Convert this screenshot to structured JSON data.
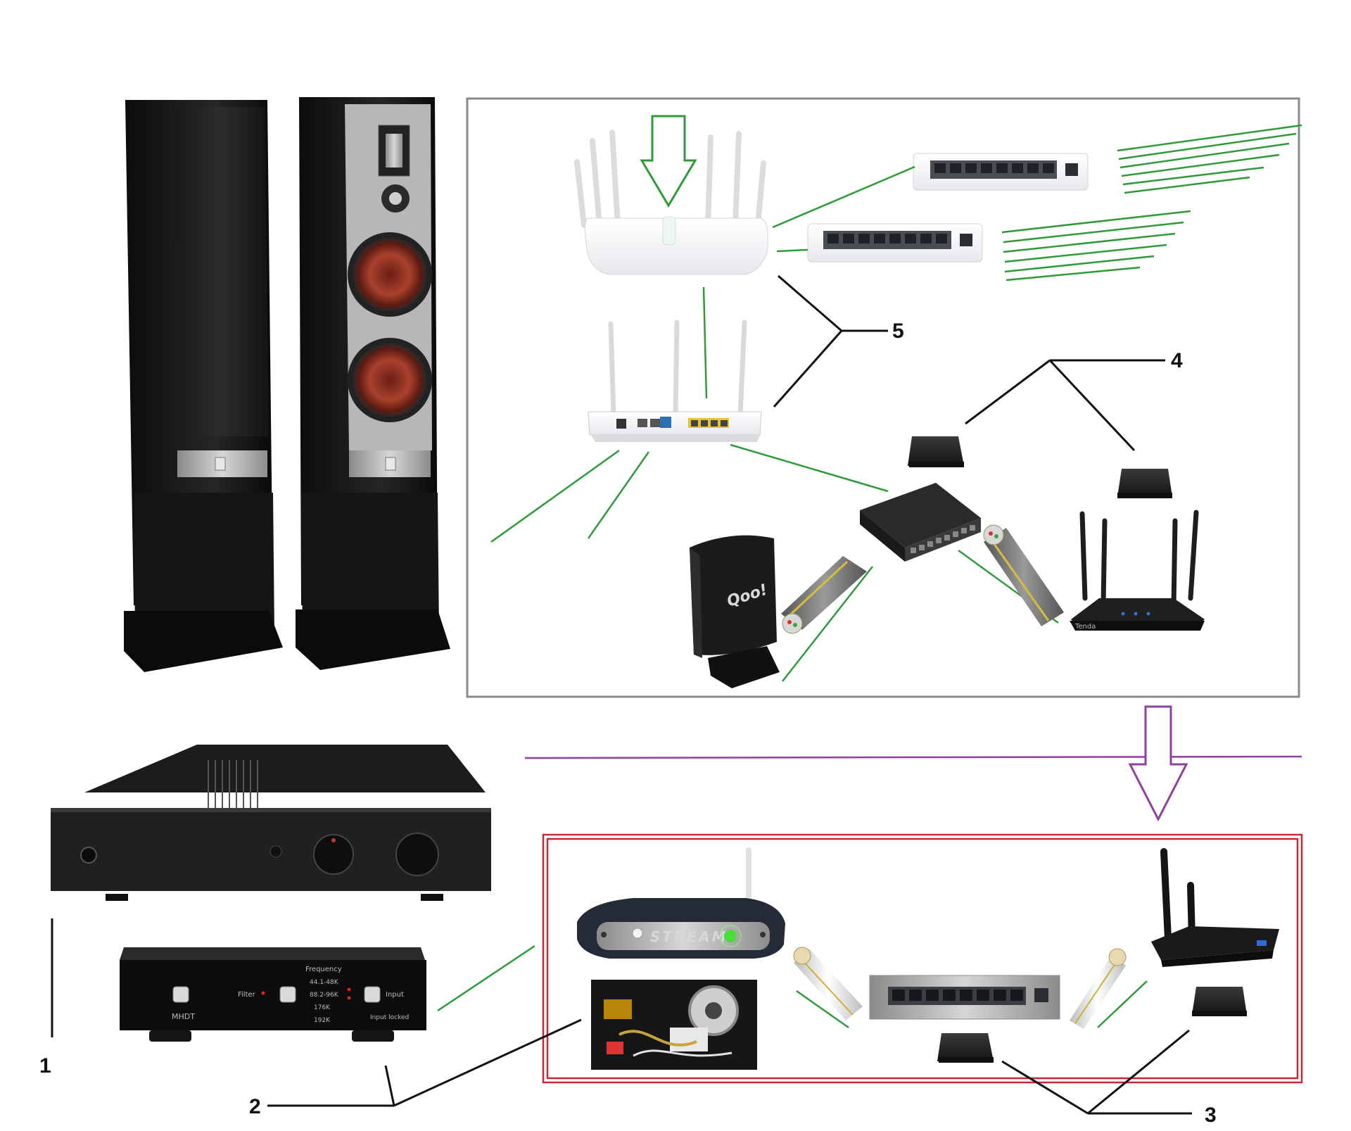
{
  "callouts": {
    "c1": "1",
    "c2": "2",
    "c3": "3",
    "c4": "4",
    "c5": "5"
  },
  "device_text": {
    "streamer_label": "STREAM",
    "dac_freq_title": "Frequency",
    "dac_freq_1": "44.1-48K",
    "dac_freq_2": "88.2-96K",
    "dac_freq_3": "176K",
    "dac_freq_4": "192K",
    "dac_filter": "Filter",
    "dac_input": "Input",
    "dac_input_locked": "Input locked",
    "dac_brand": "MHDT",
    "tvbox_brand": "Qoo!",
    "router_brand": "Tenda"
  },
  "colors": {
    "network_line": "#2e9a3a",
    "network_box_border": "#8a8a8a",
    "audio_box_border": "#c42a35",
    "flow_arrow": "#8e3fa0",
    "callout_line": "#111111"
  }
}
